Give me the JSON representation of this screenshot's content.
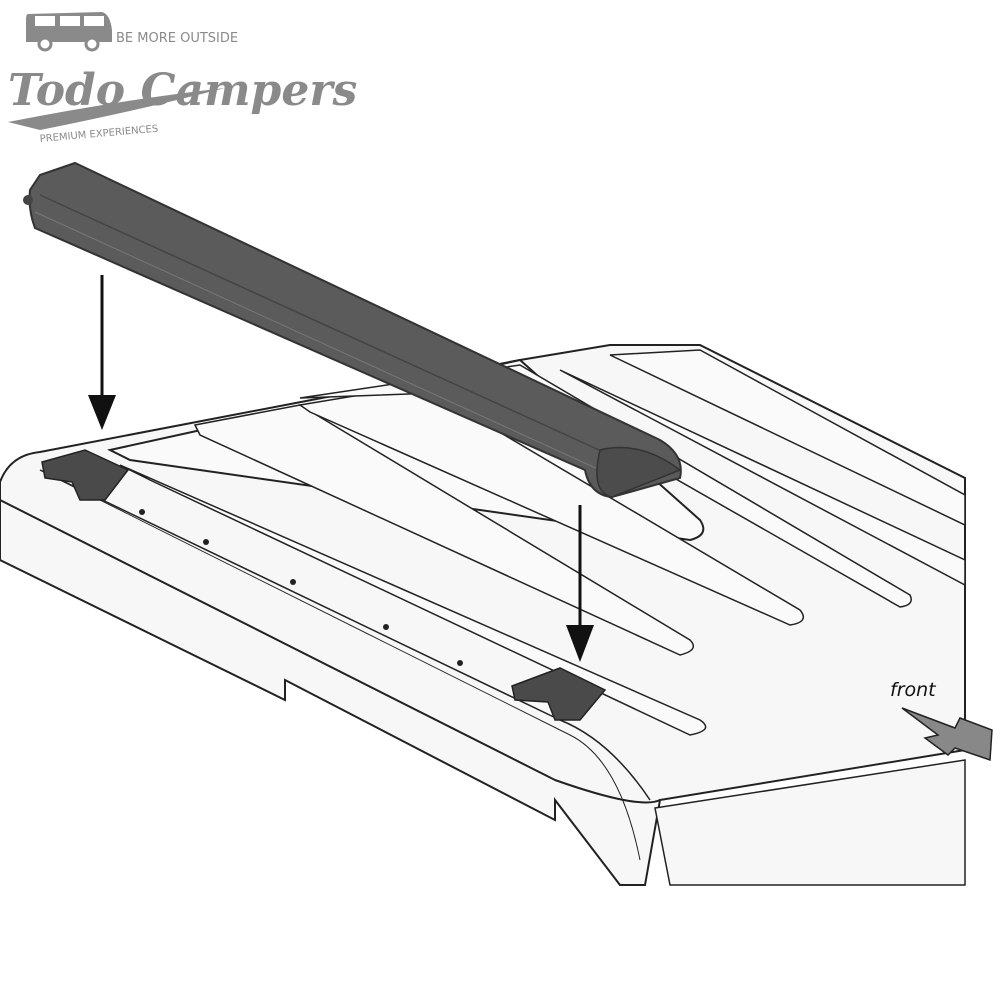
{
  "logo": {
    "tagline": "BE MORE OUTSIDE",
    "brand": "Todo Campers",
    "subtitle": "PREMIUM EXPERIENCES",
    "color": "#8a8a8a"
  },
  "diagram": {
    "direction_label": "front",
    "bar_color": "#5b5b5b",
    "foot_color": "#4a4a4a",
    "roof_color": "#f7f7f7",
    "line_color": "#222222"
  }
}
